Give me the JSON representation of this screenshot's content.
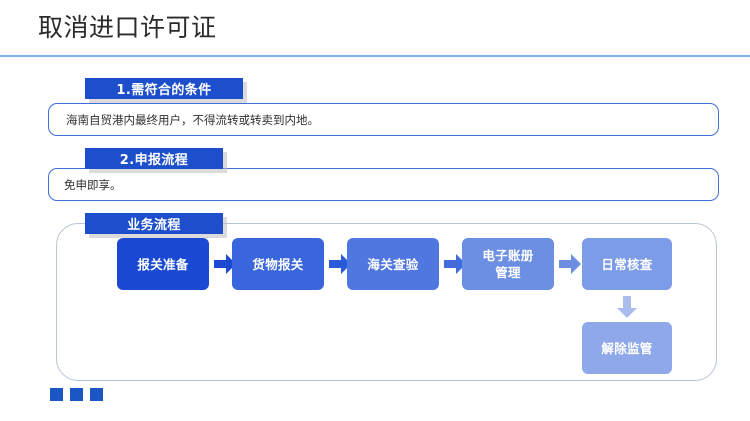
{
  "page": {
    "title": "取消进口许可证"
  },
  "colors": {
    "banner_blue": "#1d4fcc",
    "title_rule": "#7eb3e8",
    "box_border": "#3f6fd8",
    "flow_border": "#b9c4d6",
    "square": "#1a57c4"
  },
  "sections": [
    {
      "banner_label": "1.需符合的条件",
      "body_text": "海南自贸港内最终用户，不得流转或转卖到内地。"
    },
    {
      "banner_label": "2.申报流程",
      "body_text": "免申即享。"
    }
  ],
  "flow": {
    "banner_label": "业务流程",
    "nodes": [
      {
        "label": "报关准备",
        "label_line2": "",
        "color": "#1b49d4"
      },
      {
        "label": "货物报关",
        "label_line2": "",
        "color": "#3a66dd"
      },
      {
        "label": "海关查验",
        "label_line2": "",
        "color": "#4f77df"
      },
      {
        "label": "电子账册",
        "label_line2": "管理",
        "color": "#6c8fe4"
      },
      {
        "label": "日常核查",
        "label_line2": "",
        "color": "#7d9ce8"
      },
      {
        "label": "解除监管",
        "label_line2": "",
        "color": "#8fa8ea"
      }
    ],
    "connector_right_icon": "arrow-right-icon",
    "connector_down_icon": "arrow-down-icon",
    "arrow_colors": [
      "#1b49d4",
      "#2a5ad8",
      "#3f6bdc",
      "#6c8fe4"
    ],
    "down_arrow_color": "#a9bcec"
  },
  "decoration": {
    "squares": 3
  }
}
